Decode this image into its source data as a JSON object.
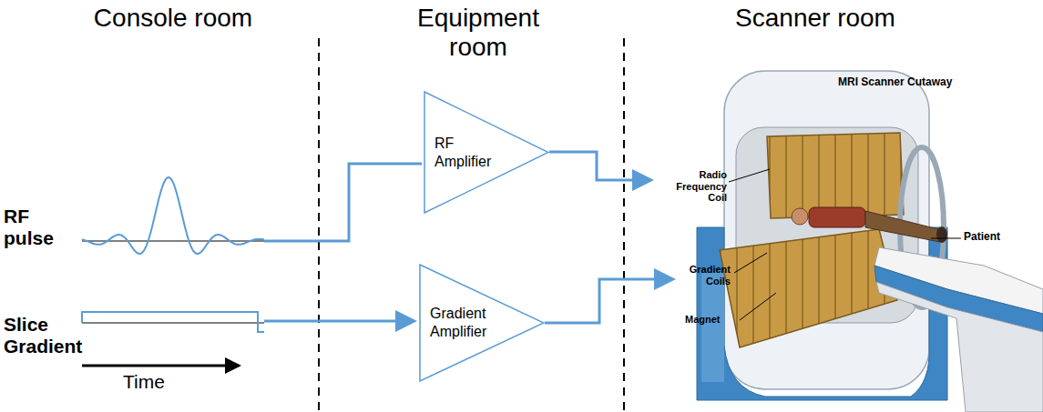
{
  "diagram": {
    "nodes": [
      {
        "text": [
          "RF Amplifier"
        ]
      },
      {
        "text": [
          "Gradient Amplifier"
        ]
      }
    ],
    "labels": [
      "Console room",
      "Equipment room",
      "Scanner room",
      "RF pulse",
      "Slice Gradient",
      "Time",
      "MRI Scanner Cutaway",
      "Radio Frequency Coil",
      "Patient",
      "Gradient Coils",
      "Magnet"
    ]
  }
}
